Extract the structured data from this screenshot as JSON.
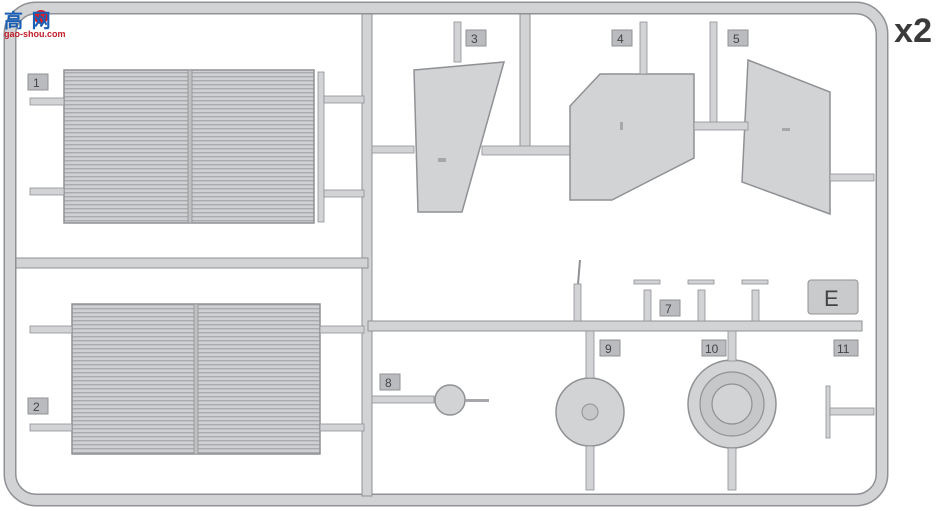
{
  "watermark": {
    "line1": "高 网",
    "line2": "gao-shou.com"
  },
  "multiplier": "x2",
  "sprue_letter": "E",
  "part_numbers": [
    "1",
    "2",
    "3",
    "4",
    "5",
    "7",
    "8",
    "9",
    "10",
    "11"
  ],
  "colors": {
    "plastic": "#d2d3d5",
    "plastic_edge": "#8f9194",
    "panel_line": "#a5a7aa",
    "background": "#ffffff"
  }
}
